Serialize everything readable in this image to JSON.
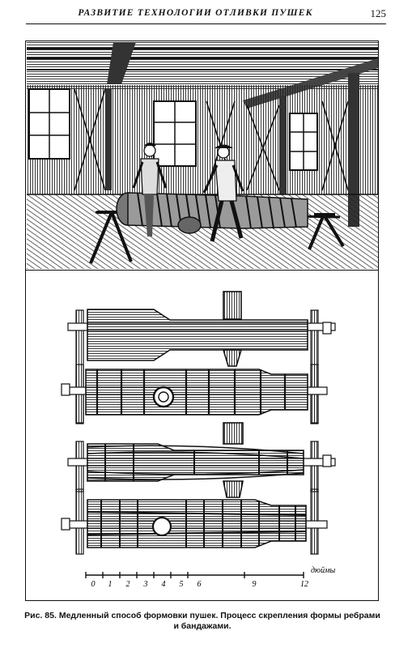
{
  "header": {
    "running_title": "РАЗВИТИЕ ТЕХНОЛОГИИ ОТЛИВКИ ПУШЕК",
    "page_number": "125"
  },
  "figure": {
    "scale": {
      "unit": "дюймы",
      "ticks": [
        "0",
        "1",
        "2",
        "3",
        "4",
        "5",
        "6",
        "9",
        "12"
      ]
    }
  },
  "caption": {
    "text": "Рис. 85. Медленный способ формовки пушек. Процесс скрепления формы ребрами и бандажами."
  }
}
